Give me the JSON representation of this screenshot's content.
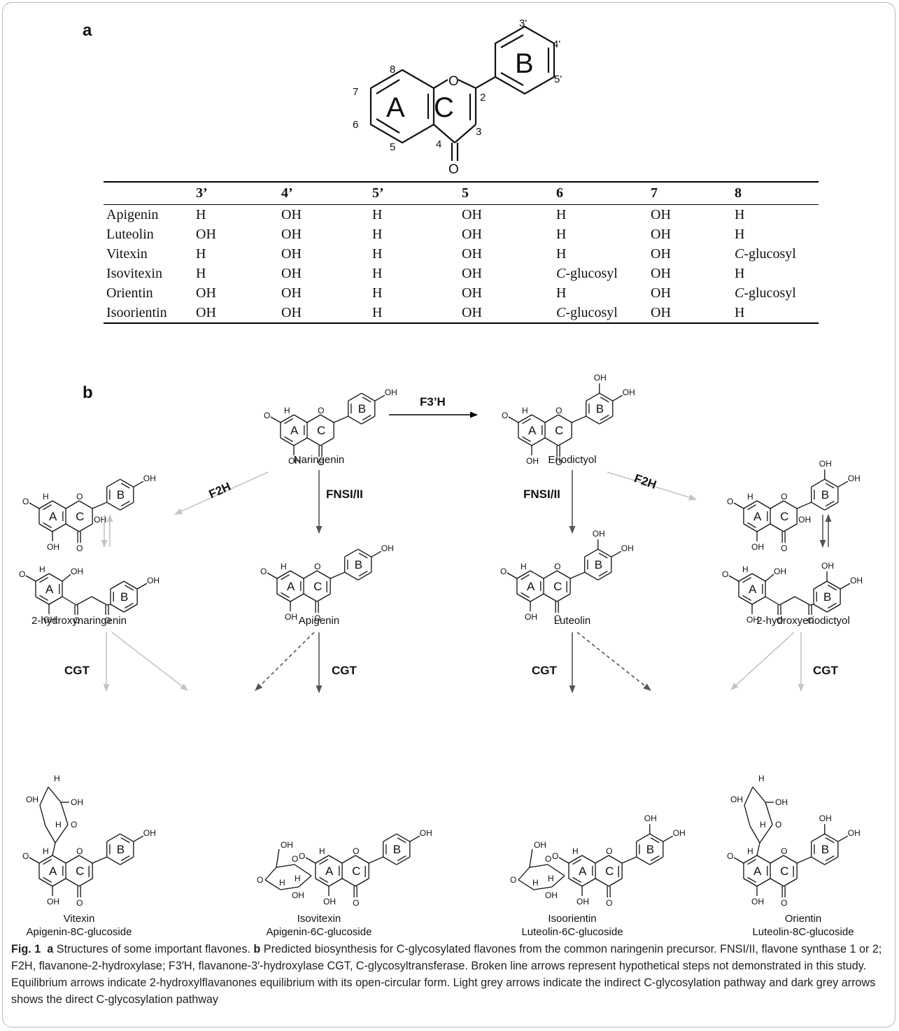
{
  "panels": {
    "a": "a",
    "b": "b"
  },
  "core_structure": {
    "ring_labels": [
      "A",
      "C",
      "B"
    ],
    "position_numbers": [
      "2",
      "3",
      "4",
      "5",
      "6",
      "7",
      "8",
      "3'",
      "4'",
      "5'"
    ],
    "atoms": [
      "O",
      "O"
    ]
  },
  "table": {
    "headers": [
      "",
      "3’",
      "4’",
      "5’",
      "5",
      "6",
      "7",
      "8"
    ],
    "rows": [
      [
        "Apigenin",
        "H",
        "OH",
        "H",
        "OH",
        "H",
        "OH",
        "H"
      ],
      [
        "Luteolin",
        "OH",
        "OH",
        "H",
        "OH",
        "H",
        "OH",
        "H"
      ],
      [
        "Vitexin",
        "H",
        "OH",
        "H",
        "OH",
        "H",
        "OH",
        "C-glucosyl"
      ],
      [
        "Isovitexin",
        "H",
        "OH",
        "H",
        "OH",
        "C-glucosyl",
        "OH",
        "H"
      ],
      [
        "Orientin",
        "OH",
        "OH",
        "H",
        "OH",
        "H",
        "OH",
        "C-glucosyl"
      ],
      [
        "Isoorientin",
        "OH",
        "OH",
        "H",
        "OH",
        "C-glucosyl",
        "OH",
        "H"
      ]
    ]
  },
  "pathway": {
    "compounds": [
      {
        "id": "naringenin",
        "label": "Naringenin"
      },
      {
        "id": "eriodictyol",
        "label": "Eriodictyol"
      },
      {
        "id": "hydroxynaringenin",
        "label": "2-hydroxynaringenin"
      },
      {
        "id": "apigenin",
        "label": "Apigenin"
      },
      {
        "id": "luteolin",
        "label": "Luteolin"
      },
      {
        "id": "hydroxyeriodictyol",
        "label": "2-hydroxyeriodictyol"
      },
      {
        "id": "vitexin",
        "label": "Vitexin",
        "sublabel": "Apigenin-8C-glucoside"
      },
      {
        "id": "isovitexin",
        "label": "Isovitexin",
        "sublabel": "Apigenin-6C-glucoside"
      },
      {
        "id": "isoorientin",
        "label": "Isoorientin",
        "sublabel": "Luteolin-6C-glucoside"
      },
      {
        "id": "orientin",
        "label": "Orientin",
        "sublabel": "Luteolin-8C-glucoside"
      }
    ],
    "enzymes": [
      "F3’H",
      "F2H",
      "F2H",
      "FNSI/II",
      "FNSI/II",
      "CGT",
      "CGT",
      "CGT",
      "CGT"
    ],
    "colors": {
      "dark_arrow": "#555555",
      "light_arrow": "#c4c4c4",
      "black_arrow": "#000000"
    }
  },
  "caption": {
    "fig_label": "Fig. 1",
    "part_a_label": "a",
    "part_a_text": "Structures of some important flavones.",
    "part_b_label": "b",
    "part_b_text": "Predicted biosynthesis for C-glycosylated flavones from the common naringenin precursor. FNSI/II, flavone synthase 1 or 2; F2H, flavanone-2-hydroxylase; F3′H, flavanone-3′-hydroxylase CGT, C-glycosyltransferase. Broken line arrows represent hypothetical steps not demonstrated in this study. Equilibrium arrows indicate 2-hydroxylflavanones equilibrium with its open-circular form. Light grey arrows indicate the indirect C-glycosylation pathway and dark grey arrows shows the direct C-glycosylation pathway"
  }
}
